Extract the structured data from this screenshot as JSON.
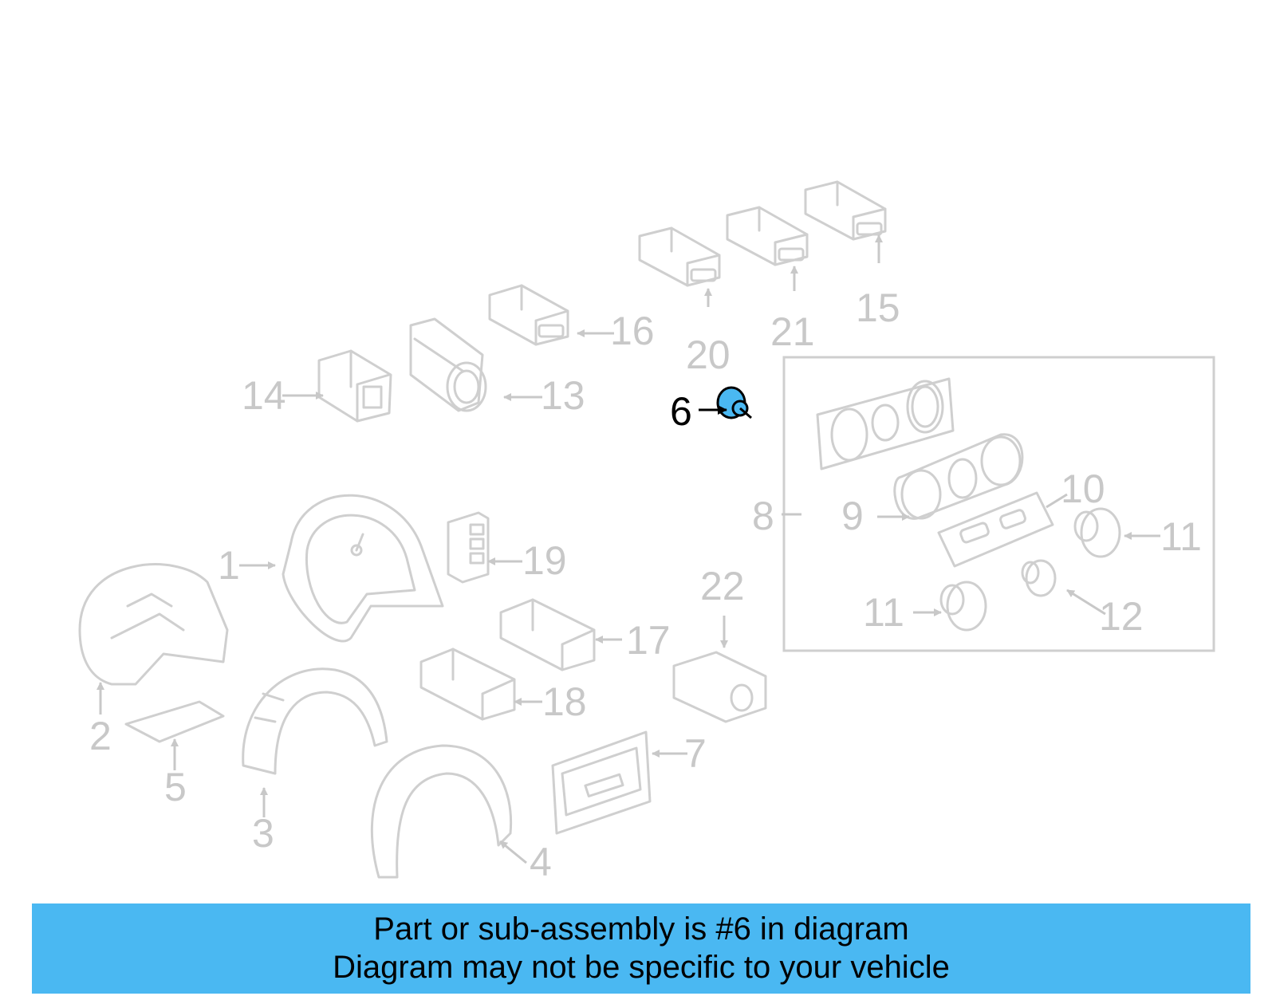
{
  "diagram": {
    "callouts": {
      "c1": "1",
      "c2": "2",
      "c3": "3",
      "c4": "4",
      "c5": "5",
      "c6": "6",
      "c7": "7",
      "c8": "8",
      "c9": "9",
      "c10": "10",
      "c11a": "11",
      "c11b": "11",
      "c12": "12",
      "c13": "13",
      "c14": "14",
      "c15": "15",
      "c16": "16",
      "c17": "17",
      "c18": "18",
      "c19": "19",
      "c20": "20",
      "c21": "21",
      "c22": "22"
    },
    "highlighted_part": "6",
    "colors": {
      "highlight_fill": "#4ab8f2",
      "line_gray": "#cfcfcf",
      "label_gray": "#c8c8c8"
    }
  },
  "banner": {
    "line1": "Part or sub-assembly is #6 in diagram",
    "line2": "Diagram may not be specific to your vehicle"
  }
}
